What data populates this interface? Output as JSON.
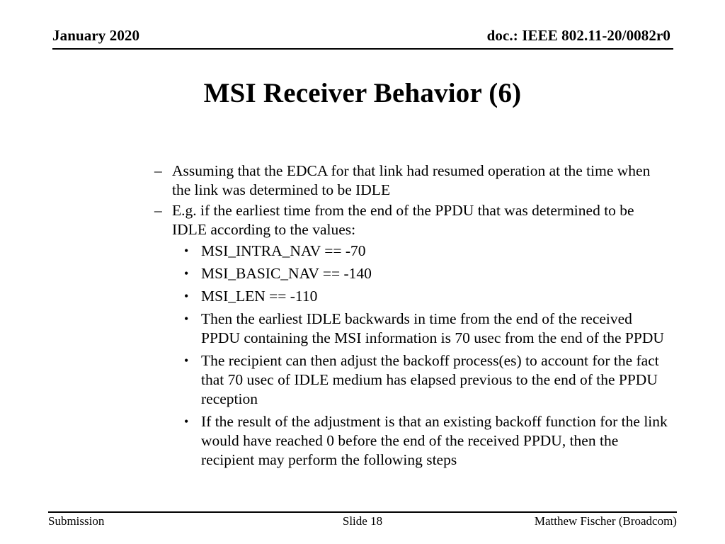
{
  "header": {
    "date": "January 2020",
    "doc": "doc.: IEEE 802.11-20/0082r0"
  },
  "title": "MSI Receiver Behavior (6)",
  "content": {
    "dash_marker": "–",
    "bullet_marker": "•",
    "level1": [
      "Assuming that the EDCA for that link had resumed operation at the time when the link was determined to be IDLE",
      "E.g. if the earliest time from the end of the PPDU that was determined to be IDLE according to the values:"
    ],
    "level2": [
      "MSI_INTRA_NAV == -70",
      "MSI_BASIC_NAV == -140",
      "MSI_LEN == -110",
      "Then the earliest IDLE backwards in time from the end of the received PPDU containing the MSI information is 70 usec from the end of the PPDU",
      "The recipient can then adjust the backoff process(es) to account for the fact that 70 usec of IDLE medium has elapsed previous to the end of the PPDU reception",
      "If the result of the adjustment is that an existing backoff function for the link would have reached 0 before the end of the received PPDU, then the recipient may perform the following steps"
    ]
  },
  "footer": {
    "left": "Submission",
    "center": "Slide 18",
    "right": "Matthew Fischer (Broadcom)"
  },
  "colors": {
    "text": "#000000",
    "background": "#ffffff",
    "rule": "#000000"
  }
}
